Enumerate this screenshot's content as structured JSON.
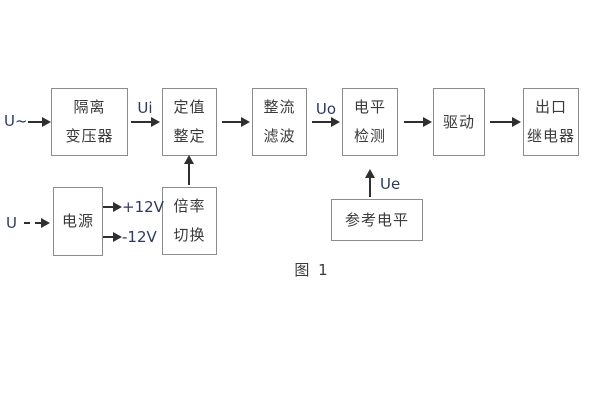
{
  "figure": {
    "caption": "图 1"
  },
  "blocks": {
    "isolation_transformer": {
      "label": "隔离\n变压器"
    },
    "setpoint_adjust": {
      "label": "定值\n整定"
    },
    "rectifier_filter": {
      "label": "整流\n滤波"
    },
    "level_detect": {
      "label": "电平\n检测"
    },
    "drive": {
      "label": "驱动"
    },
    "output_relay": {
      "label": "出口\n继电器"
    },
    "power_supply": {
      "label": "电源"
    },
    "ratio_switch": {
      "label": "倍率\n切换"
    },
    "reference_level": {
      "label": "参考电平"
    }
  },
  "labels": {
    "input_ac": "U~",
    "input_dc": "U",
    "ui": "Ui",
    "uo": "Uo",
    "ue": "Ue",
    "rail_pos": "+12V",
    "rail_neg": "-12V"
  },
  "colors": {
    "background": "#ffffff",
    "box_border": "#8c8c8c",
    "block_text": "#3a3a3a",
    "signal_text": "#2c3a5e",
    "arrow": "#2f2f2f"
  }
}
